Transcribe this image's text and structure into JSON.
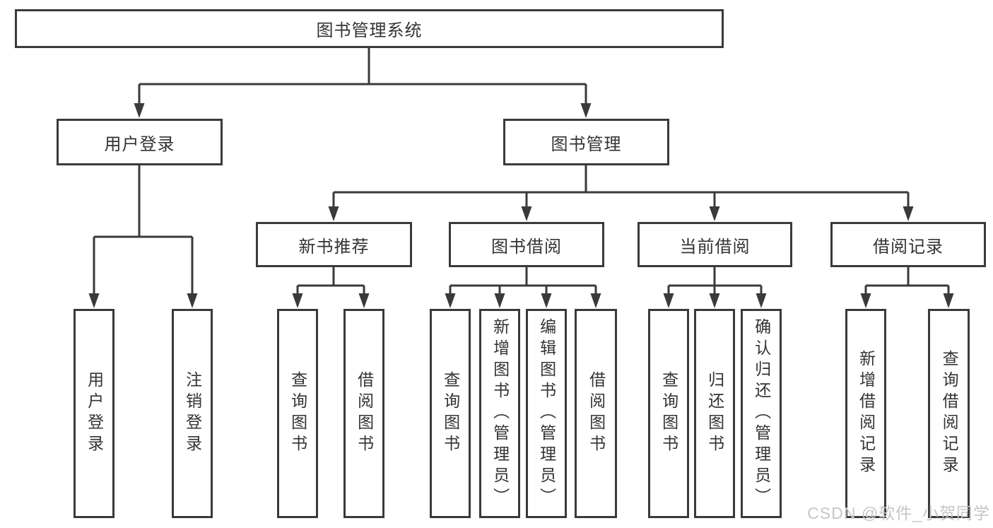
{
  "diagram": {
    "root": {
      "label": "图书管理系统"
    },
    "branches": [
      {
        "label": "用户登录",
        "children": [
          {
            "label": "用户登录"
          },
          {
            "label": "注销登录"
          }
        ]
      },
      {
        "label": "图书管理",
        "groups": [
          {
            "label": "新书推荐",
            "children": [
              {
                "label": "查询图书"
              },
              {
                "label": "借阅图书"
              }
            ]
          },
          {
            "label": "图书借阅",
            "children": [
              {
                "label": "查询图书"
              },
              {
                "label": "新增图书（管理员）"
              },
              {
                "label": "编辑图书（管理员）"
              },
              {
                "label": "借阅图书"
              }
            ]
          },
          {
            "label": "当前借阅",
            "children": [
              {
                "label": "查询图书"
              },
              {
                "label": "归还图书"
              },
              {
                "label": "确认归还（管理员）"
              }
            ]
          },
          {
            "label": "借阅记录",
            "children": [
              {
                "label": "新增借阅记录"
              },
              {
                "label": "查询借阅记录"
              }
            ]
          }
        ]
      }
    ]
  },
  "watermark": {
    "text": "CSDN @软件_小贺同学",
    "color": "#c6c6c6"
  },
  "colors": {
    "line": "#3a3a3a",
    "text": "#333333",
    "background": "#ffffff"
  }
}
